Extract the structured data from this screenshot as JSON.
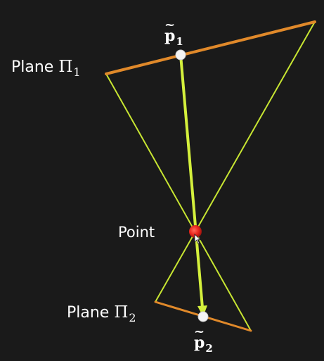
{
  "diagram": {
    "plane1_label": {
      "prefix": "Plane ",
      "symbol": "Π",
      "subscript": "1"
    },
    "plane2_label": {
      "prefix": "Plane ",
      "symbol": "Π",
      "subscript": "2"
    },
    "point_label": "Point",
    "p1_label": {
      "tilde": "~",
      "base": "p",
      "subscript": "1"
    },
    "p2_label": {
      "tilde": "~",
      "base": "p",
      "subscript": "2"
    },
    "colors": {
      "background": "#1a1a1a",
      "plane": "#e0892a",
      "rays": "#c8e632",
      "projection_arrow": "#d4f03c",
      "point": "#e8261c",
      "image_points": "#f4f4f4",
      "text": "#ffffff"
    }
  }
}
